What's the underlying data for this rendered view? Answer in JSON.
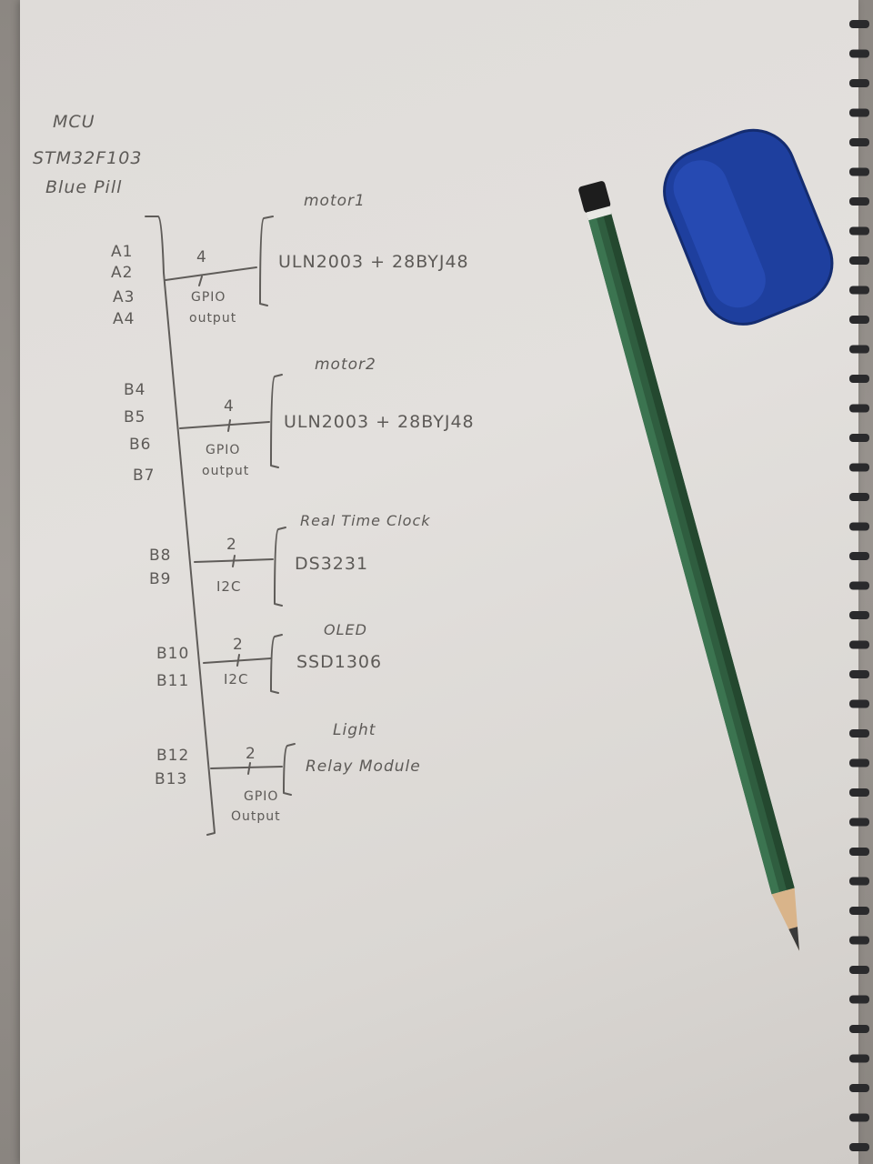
{
  "mcu": {
    "line1": "MCU",
    "line2": "STM32F103",
    "line3": "Blue Pill"
  },
  "blocks": [
    {
      "pins": [
        "A1",
        "A2",
        "A3",
        "A4"
      ],
      "count": "4",
      "bus_line1": "GPIO",
      "bus_line2": "output",
      "title": "motor1",
      "device": "ULN2003 + 28BYJ48"
    },
    {
      "pins": [
        "B4",
        "B5",
        "B6",
        "B7"
      ],
      "count": "4",
      "bus_line1": "GPIO",
      "bus_line2": "output",
      "title": "motor2",
      "device": "ULN2003 + 28BYJ48"
    },
    {
      "pins": [
        "B8",
        "B9"
      ],
      "count": "2",
      "bus_line1": "I2C",
      "title": "Real Time Clock",
      "device": "DS3231"
    },
    {
      "pins": [
        "B10",
        "B11"
      ],
      "count": "2",
      "bus_line1": "I2C",
      "title": "OLED",
      "device": "SSD1306"
    },
    {
      "pins": [
        "B12",
        "B13"
      ],
      "count": "2",
      "bus_line1": "GPIO",
      "bus_line2": "Output",
      "title": "Light",
      "device": "Relay Module"
    }
  ],
  "colors": {
    "paper": "#e0dddA",
    "ink": "#5d5a57",
    "pencil_body": "#2f5d3f",
    "eraser": "#1e3f9e"
  }
}
